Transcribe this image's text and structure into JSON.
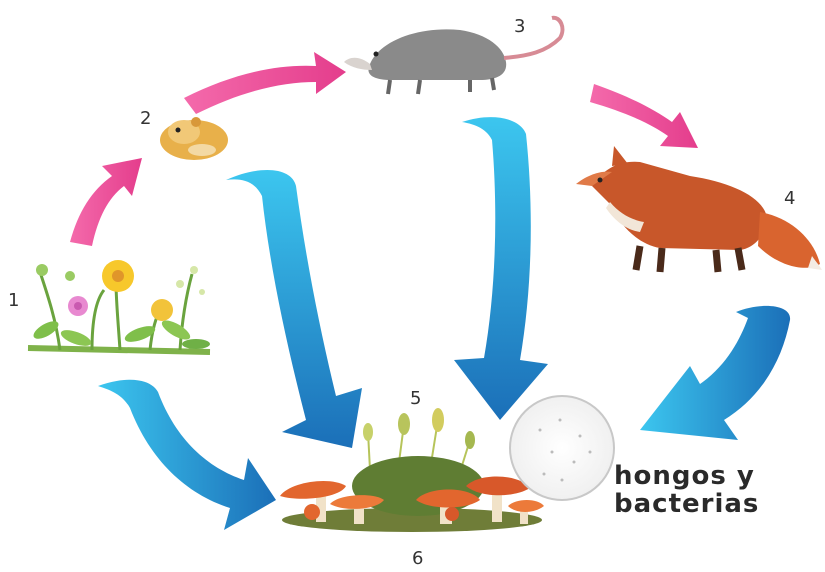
{
  "nodes": [
    {
      "id": "plants",
      "number": "1"
    },
    {
      "id": "hamster",
      "number": "2"
    },
    {
      "id": "opossum",
      "number": "3"
    },
    {
      "id": "fox",
      "number": "4"
    },
    {
      "id": "fungi",
      "number": "5"
    },
    {
      "id": "mushrooms",
      "number": "6"
    }
  ],
  "microbes_label": {
    "line1": "hongos y",
    "line2": "bacterias"
  },
  "colors": {
    "feeding_arrow": "#ee4f9a",
    "decomposition_arrow": "#27aee4",
    "decomposition_arrow_dark": "#1b6fb8",
    "mushroom_cap": "#e2662e",
    "fox": "#c8572a",
    "opossum": "#8a8a8a",
    "hamster": "#e8b04a"
  },
  "icons": [
    "plants-icon",
    "hamster-icon",
    "opossum-icon",
    "fox-icon",
    "fungi-icon",
    "mushrooms-icon",
    "microbes-circle-icon"
  ]
}
